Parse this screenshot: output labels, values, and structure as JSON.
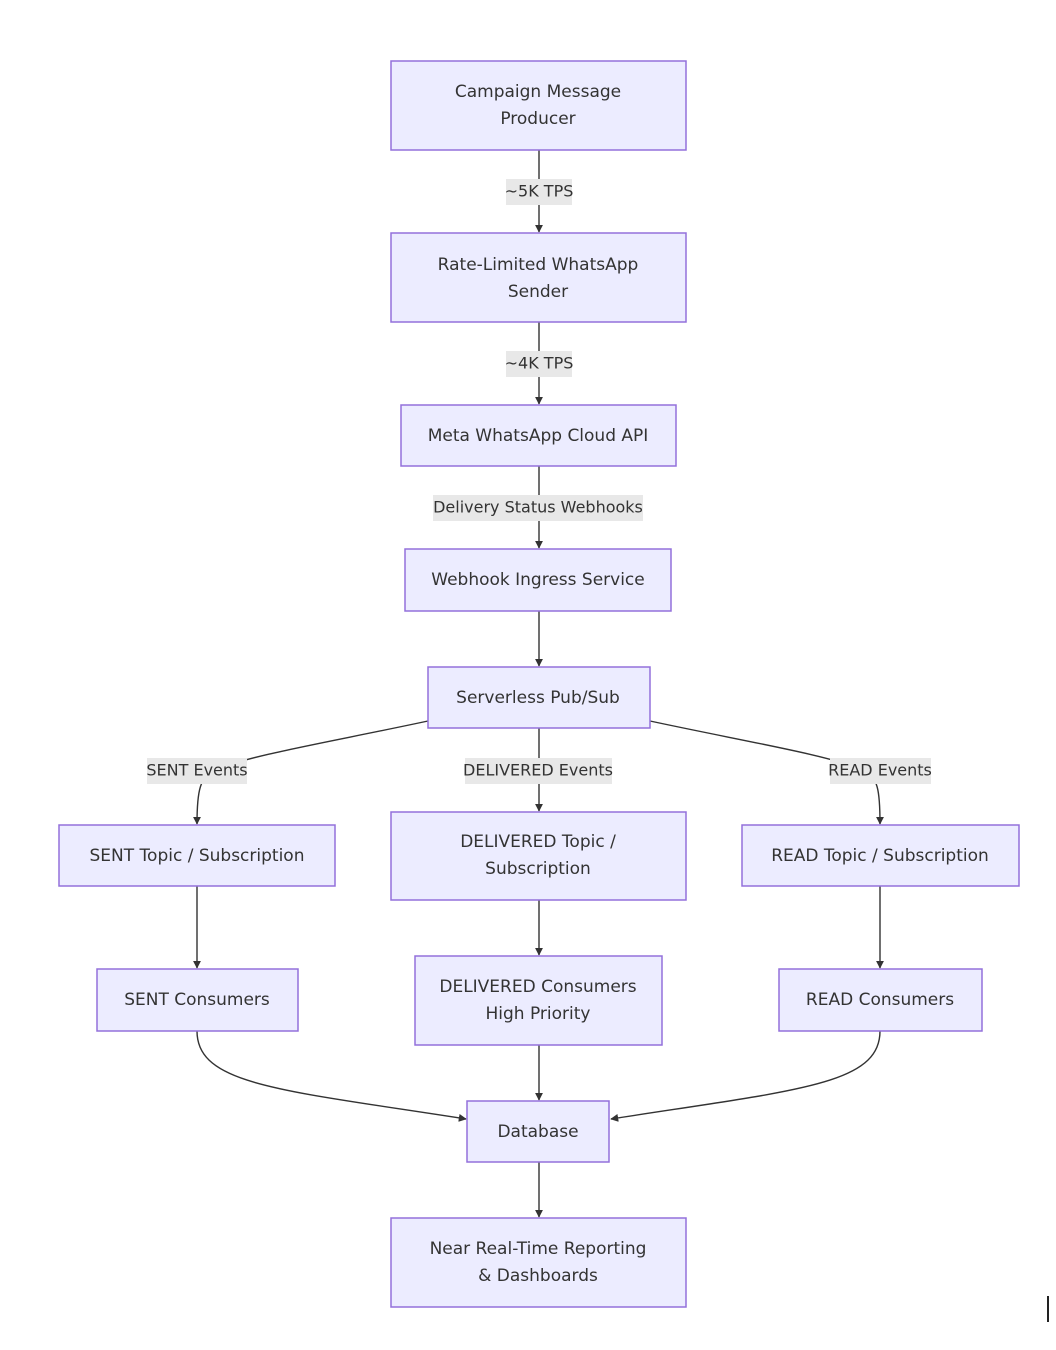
{
  "nodes": {
    "producer": [
      "Campaign Message",
      "Producer"
    ],
    "sender": [
      "Rate-Limited WhatsApp",
      "Sender"
    ],
    "meta_api": [
      "Meta WhatsApp Cloud API"
    ],
    "webhook": [
      "Webhook Ingress Service"
    ],
    "pubsub": [
      "Serverless Pub/Sub"
    ],
    "sent_topic": [
      "SENT Topic / Subscription"
    ],
    "delivered_topic": [
      "DELIVERED Topic /",
      "Subscription"
    ],
    "read_topic": [
      "READ Topic / Subscription"
    ],
    "sent_consumers": [
      "SENT Consumers"
    ],
    "delivered_consumers": [
      "DELIVERED Consumers",
      "High Priority"
    ],
    "read_consumers": [
      "READ Consumers"
    ],
    "database": [
      "Database"
    ],
    "reporting": [
      "Near Real-Time Reporting",
      "& Dashboards"
    ]
  },
  "edge_labels": {
    "producer_to_sender": "~5K TPS",
    "sender_to_meta": "~4K TPS",
    "meta_to_webhook": "Delivery Status Webhooks",
    "pubsub_to_sent": "SENT Events",
    "pubsub_to_delivered": "DELIVERED Events",
    "pubsub_to_read": "READ Events"
  },
  "colors": {
    "node_fill": "#ECECFF",
    "node_stroke": "#9370DB",
    "edge": "#333333",
    "label_bg": "#e8e8e8"
  }
}
